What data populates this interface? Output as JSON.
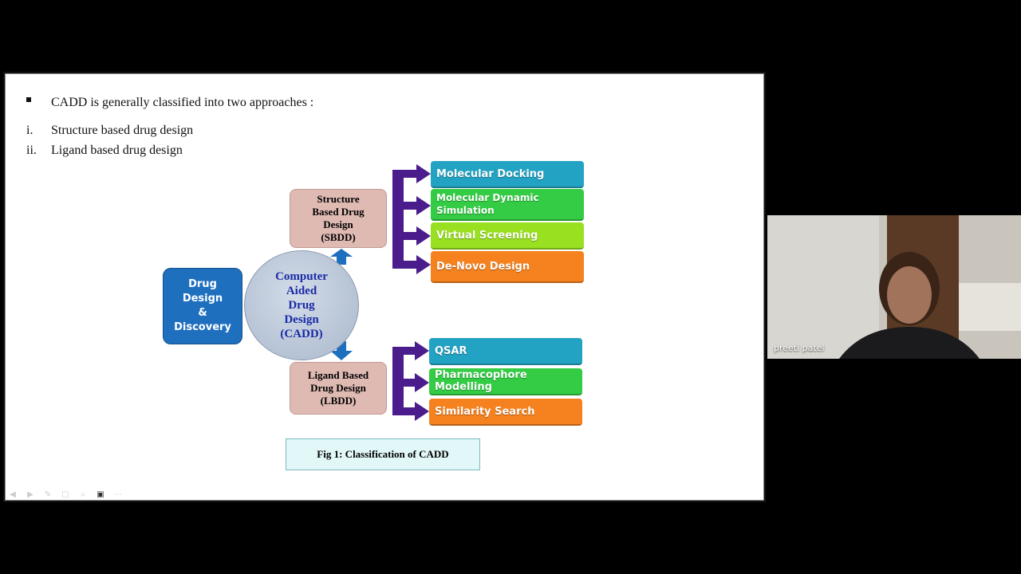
{
  "slide": {
    "intro": "CADD is generally classified into two approaches :",
    "list": [
      {
        "marker": "i.",
        "text": "Structure based drug design"
      },
      {
        "marker": "ii.",
        "text": "Ligand based drug design"
      }
    ],
    "diagram": {
      "root": "Drug Design & Discovery",
      "root_lines": [
        "Drug",
        "Design",
        "&",
        "Discovery"
      ],
      "center_lines": [
        "Computer",
        "Aided",
        "Drug",
        "Design",
        "(CADD)"
      ],
      "sbdd_lines": [
        "Structure",
        "Based Drug",
        "Design",
        "(SBDD)"
      ],
      "lbdd_lines": [
        "Ligand Based",
        "Drug Design",
        "(LBDD)"
      ],
      "sbdd_methods": [
        "Molecular Docking",
        "Molecular Dynamic",
        "Simulation",
        "Virtual Screening",
        "De-Novo Design"
      ],
      "lbdd_methods": [
        "QSAR",
        "Pharmacophore Modelling",
        "Similarity Search"
      ],
      "colors": {
        "teal": "#23a3c3",
        "green": "#33cc44",
        "lime": "#99e020",
        "orange": "#f5821f",
        "root": "#1f6fbf",
        "center": "#b8c6d9",
        "method_box": "#dfbab3",
        "arrow": "#4b1c8c"
      }
    },
    "caption": "Fig 1: Classification of CADD"
  },
  "toolbar": {
    "icons": [
      "prev-icon",
      "next-icon",
      "pen-icon",
      "zoom-icon",
      "search-icon",
      "camera-icon",
      "more-icon"
    ]
  },
  "participant": {
    "name": "preeti patel"
  }
}
